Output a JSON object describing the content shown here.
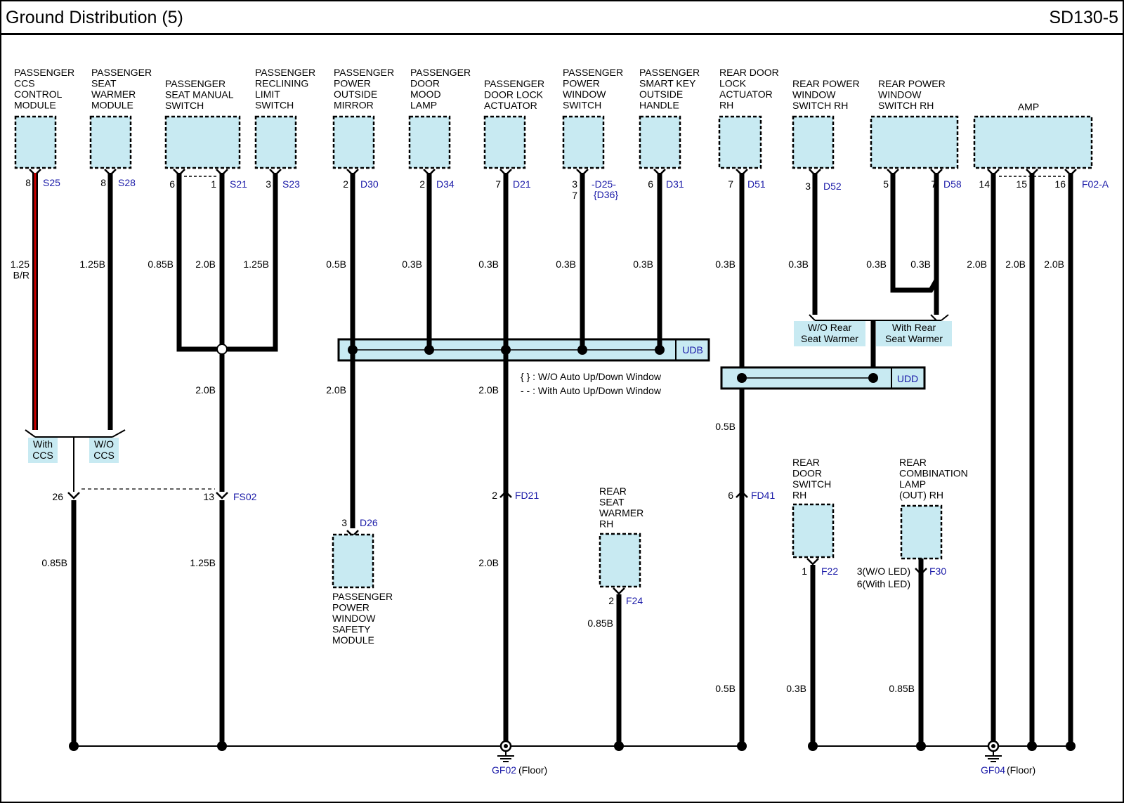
{
  "header": {
    "title": "Ground Distribution (5)",
    "code": "SD130-5"
  },
  "colors": {
    "wire": "#000000",
    "wire_accent": "#cc0000",
    "component_fill": "#c8eaf2",
    "connector_text": "#1a1aa8",
    "border": "#000000"
  },
  "components": [
    {
      "id": "c_ccs",
      "label": "PASSENGER\nCCS\nCONTROL\nMODULE"
    },
    {
      "id": "c_seatwarm",
      "label": "PASSENGER\nSEAT\nWARMER\nMODULE"
    },
    {
      "id": "c_seatman",
      "label": "PASSENGER\nSEAT MANUAL\nSWITCH"
    },
    {
      "id": "c_recline",
      "label": "PASSENGER\nRECLINING\nLIMIT\nSWITCH"
    },
    {
      "id": "c_mirror",
      "label": "PASSENGER\nPOWER\nOUTSIDE\nMIRROR"
    },
    {
      "id": "c_mood",
      "label": "PASSENGER\nDOOR\nMOOD\nLAMP"
    },
    {
      "id": "c_lockact",
      "label": "PASSENGER\nDOOR LOCK\nACTUATOR"
    },
    {
      "id": "c_pwsw",
      "label": "PASSENGER\nPOWER\nWINDOW\nSWITCH"
    },
    {
      "id": "c_smartkey",
      "label": "PASSENGER\nSMART KEY\nOUTSIDE\nHANDLE"
    },
    {
      "id": "c_rearlock",
      "label": "REAR DOOR\nLOCK\nACTUATOR\nRH"
    },
    {
      "id": "c_rpw1",
      "label": "REAR POWER\nWINDOW\nSWITCH RH"
    },
    {
      "id": "c_rpw2",
      "label": "REAR POWER\nWINDOW\nSWITCH RH"
    },
    {
      "id": "c_amp",
      "label": "AMP"
    },
    {
      "id": "c_safety",
      "label": "PASSENGER\nPOWER\nWINDOW\nSAFETY\nMODULE"
    },
    {
      "id": "c_rearseat",
      "label": "REAR\nSEAT\nWARMER\nRH"
    },
    {
      "id": "c_reardoorsw",
      "label": "REAR\nDOOR\nSWITCH\nRH"
    },
    {
      "id": "c_rearcomb",
      "label": "REAR\nCOMBINATION\nLAMP\n(OUT) RH"
    }
  ],
  "connectors": {
    "S25": "S25",
    "S28": "S28",
    "S21": "S21",
    "S23": "S23",
    "D30": "D30",
    "D34": "D34",
    "D21": "D21",
    "D25": "-D25-",
    "D36": "{D36}",
    "D31": "D31",
    "D51": "D51",
    "D52": "D52",
    "D58": "D58",
    "F02A": "F02-A",
    "FS02": "FS02",
    "FD21": "FD21",
    "FD41": "FD41",
    "D26": "D26",
    "F24": "F24",
    "F22": "F22",
    "F30": "F30"
  },
  "pins": {
    "s25": "8",
    "s28": "8",
    "s21a": "6",
    "s21b": "1",
    "s23": "3",
    "d30": "2",
    "d34": "2",
    "d21": "7",
    "d25a": "3",
    "d25b": "7",
    "d31": "6",
    "d51": "7",
    "d52": "3",
    "d58a": "5",
    "d58b": "7",
    "f02a": "14",
    "f02b": "15",
    "f02c": "16",
    "fs02a": "26",
    "fs02b": "13",
    "fd21": "2",
    "fd41": "6",
    "d26": "3",
    "f24": "2",
    "f22": "1",
    "f30a": "3(W/O LED)",
    "f30b": "6(With LED)"
  },
  "wires": {
    "w_ccs": "1.25\nB/R",
    "w_seatwarm": "1.25B",
    "w_s21a": "0.85B",
    "w_s21b": "2.0B",
    "w_s23": "1.25B",
    "w_d30": "0.5B",
    "w_d34": "0.3B",
    "w_d21": "0.3B",
    "w_d25": "0.3B",
    "w_d31": "0.3B",
    "w_d51": "0.3B",
    "w_d52": "0.3B",
    "w_d58a": "0.3B",
    "w_d58b": "0.3B",
    "w_f02a": "2.0B",
    "w_f02b": "2.0B",
    "w_f02c": "2.0B",
    "w_s21down": "2.0B",
    "w_udb_mirror": "2.0B",
    "w_udb_lock": "2.0B",
    "w_udd": "0.5B",
    "w_fs02_26": "0.85B",
    "w_fs02_13": "1.25B",
    "w_fd21": "2.0B",
    "w_f24": "0.85B",
    "w_fd41": "0.5B",
    "w_f22": "0.3B",
    "w_f30": "0.85B"
  },
  "options": {
    "with_ccs": "With\nCCS",
    "wo_ccs": "W/O\nCCS",
    "wo_rear": "W/O Rear\nSeat Warmer",
    "with_rear": "With Rear\nSeat Warmer"
  },
  "splices": {
    "udb": "UDB",
    "udd": "UDD"
  },
  "notes": {
    "note1": "{ } : W/O Auto Up/Down Window",
    "note2": "- - : With Auto Up/Down Window"
  },
  "grounds": {
    "gf02_code": "GF02",
    "gf02_loc": "(Floor)",
    "gf04_code": "GF04",
    "gf04_loc": "(Floor)"
  }
}
